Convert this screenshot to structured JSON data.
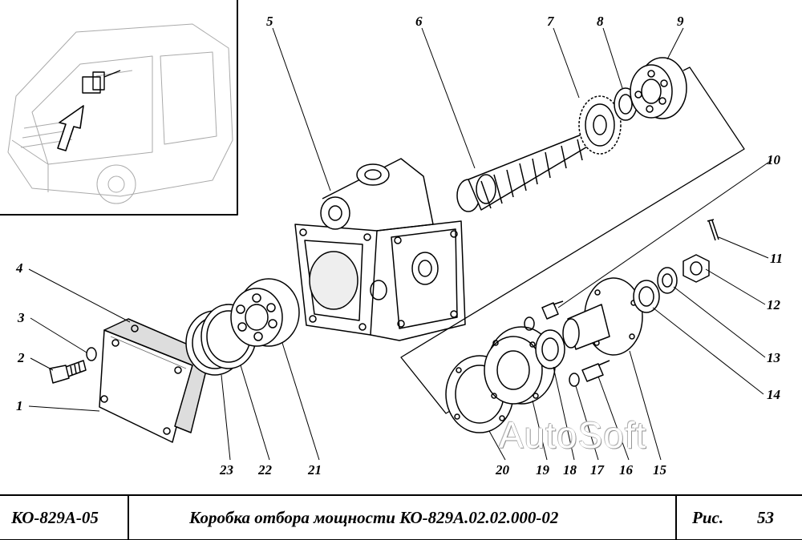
{
  "callouts": [
    "1",
    "2",
    "3",
    "4",
    "5",
    "6",
    "7",
    "8",
    "9",
    "10",
    "11",
    "12",
    "13",
    "14",
    "15",
    "16",
    "17",
    "18",
    "19",
    "20",
    "21",
    "22",
    "23"
  ],
  "title_block": {
    "model": "КО-829А-05",
    "title": "Коробка отбора мощности КО-829А.02.02.000-02",
    "figure_prefix": "Рис.",
    "figure_number": "53"
  },
  "watermark": "AutoSoft"
}
